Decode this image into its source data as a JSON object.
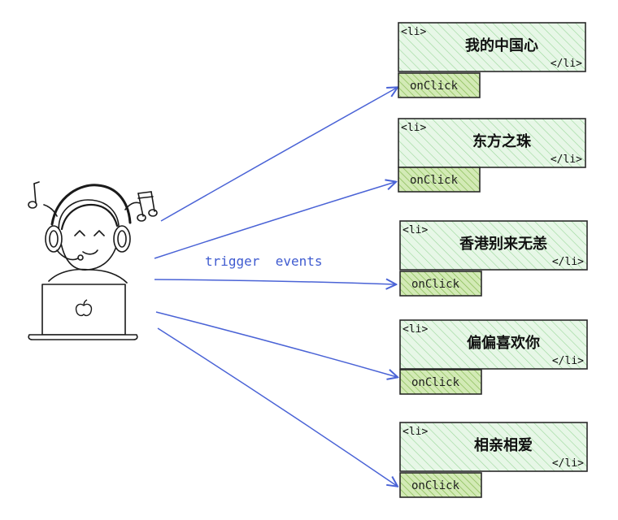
{
  "colors": {
    "arrow": "#4a63d6",
    "caption": "#3f5bd0",
    "box_fill": "#e7f7e7",
    "box_stroke": "#2a2a2a",
    "hatch": "#8fd08f",
    "button_fill": "#cfe8b0",
    "button_hatch": "#8bbf5a",
    "ink": "#1a1a1a"
  },
  "caption": "trigger  events",
  "items": [
    {
      "open_tag": "<li>",
      "text": "我的中国心",
      "close_tag": "</li>",
      "button": "onClick"
    },
    {
      "open_tag": "<li>",
      "text": "东方之珠",
      "close_tag": "</li>",
      "button": "onClick"
    },
    {
      "open_tag": "<li>",
      "text": "香港别来无恙",
      "close_tag": "</li>",
      "button": "onClick"
    },
    {
      "open_tag": "<li>",
      "text": "偏偏喜欢你",
      "close_tag": "</li>",
      "button": "onClick"
    },
    {
      "open_tag": "<li>",
      "text": "相亲相爱",
      "close_tag": "</li>",
      "button": "onClick"
    }
  ],
  "icons": {
    "person": "headphone-person-icon",
    "laptop": "laptop-icon",
    "apple": "apple-logo-icon",
    "note_left": "music-note-icon",
    "note_right": "music-note-icon"
  }
}
